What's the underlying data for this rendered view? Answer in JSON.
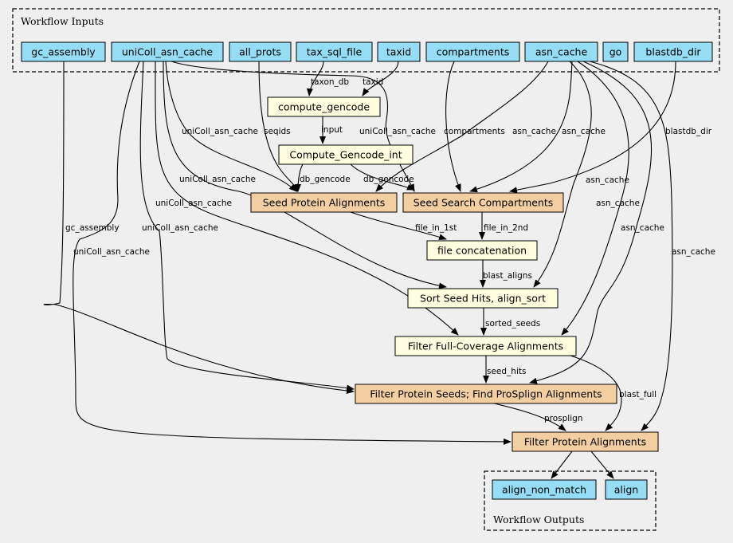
{
  "colors": {
    "background": "#efefef",
    "input_node": "#94ddf4",
    "output_node": "#94ddf4",
    "step_node": "#ffffe0",
    "subworkflow_node": "#f3cea1",
    "stroke": "#000000"
  },
  "clusters": {
    "inputs": {
      "label": "Workflow Inputs"
    },
    "outputs": {
      "label": "Workflow Outputs"
    }
  },
  "nodes": {
    "gc_assembly": {
      "label": "gc_assembly",
      "kind": "input"
    },
    "unicoll_asn_cache": {
      "label": "uniColl_asn_cache",
      "kind": "input"
    },
    "all_prots": {
      "label": "all_prots",
      "kind": "input"
    },
    "tax_sql_file": {
      "label": "tax_sql_file",
      "kind": "input"
    },
    "taxid": {
      "label": "taxid",
      "kind": "input"
    },
    "compartments": {
      "label": "compartments",
      "kind": "input"
    },
    "asn_cache": {
      "label": "asn_cache",
      "kind": "input"
    },
    "go": {
      "label": "go",
      "kind": "input"
    },
    "blastdb_dir": {
      "label": "blastdb_dir",
      "kind": "input"
    },
    "compute_gencode": {
      "label": "compute_gencode",
      "kind": "step"
    },
    "compute_gencode_int": {
      "label": "Compute_Gencode_int",
      "kind": "step"
    },
    "seed_protein_alignments": {
      "label": "Seed Protein Alignments",
      "kind": "subworkflow"
    },
    "seed_search_compartments": {
      "label": "Seed Search Compartments",
      "kind": "subworkflow"
    },
    "file_concatenation": {
      "label": "file concatenation",
      "kind": "step"
    },
    "sort_seed_hits": {
      "label": "Sort Seed Hits, align_sort",
      "kind": "step"
    },
    "filter_full_coverage": {
      "label": "Filter Full-Coverage Alignments",
      "kind": "step"
    },
    "filter_protein_seeds": {
      "label": "Filter Protein Seeds; Find ProSplign Alignments",
      "kind": "subworkflow"
    },
    "filter_protein_alignments": {
      "label": "Filter Protein Alignments",
      "kind": "subworkflow"
    },
    "align_non_match": {
      "label": "align_non_match",
      "kind": "output"
    },
    "align": {
      "label": "align",
      "kind": "output"
    }
  },
  "edges": [
    {
      "from": "tax_sql_file",
      "to": "compute_gencode",
      "label": "taxon_db"
    },
    {
      "from": "taxid",
      "to": "compute_gencode",
      "label": "taxid"
    },
    {
      "from": "compute_gencode",
      "to": "compute_gencode_int",
      "label": "input"
    },
    {
      "from": "unicoll_asn_cache",
      "to": "seed_protein_alignments",
      "label": "uniColl_asn_cache"
    },
    {
      "from": "all_prots",
      "to": "seed_protein_alignments",
      "label": "seqids"
    },
    {
      "from": "compute_gencode_int",
      "to": "seed_protein_alignments",
      "label": "db_gencode"
    },
    {
      "from": "asn_cache",
      "to": "seed_protein_alignments",
      "label": "asn_cache"
    },
    {
      "from": "unicoll_asn_cache",
      "to": "seed_search_compartments",
      "label": "uniColl_asn_cache"
    },
    {
      "from": "compute_gencode_int",
      "to": "seed_search_compartments",
      "label": "db_gencode"
    },
    {
      "from": "compartments",
      "to": "seed_search_compartments",
      "label": "compartments"
    },
    {
      "from": "asn_cache",
      "to": "seed_search_compartments",
      "label": "asn_cache"
    },
    {
      "from": "blastdb_dir",
      "to": "seed_search_compartments",
      "label": "blastdb_dir"
    },
    {
      "from": "seed_protein_alignments",
      "to": "file_concatenation",
      "label": "file_in_1st"
    },
    {
      "from": "seed_search_compartments",
      "to": "file_concatenation",
      "label": "file_in_2nd"
    },
    {
      "from": "unicoll_asn_cache",
      "to": "sort_seed_hits",
      "label": "uniColl_asn_cache"
    },
    {
      "from": "file_concatenation",
      "to": "sort_seed_hits",
      "label": "blast_aligns"
    },
    {
      "from": "asn_cache",
      "to": "sort_seed_hits",
      "label": "asn_cache"
    },
    {
      "from": "unicoll_asn_cache",
      "to": "filter_full_coverage",
      "label": "uniColl_asn_cache"
    },
    {
      "from": "sort_seed_hits",
      "to": "filter_full_coverage",
      "label": "sorted_seeds"
    },
    {
      "from": "asn_cache",
      "to": "filter_full_coverage",
      "label": "asn_cache"
    },
    {
      "from": "gc_assembly",
      "to": "filter_protein_seeds",
      "label": "gc_assembly"
    },
    {
      "from": "unicoll_asn_cache",
      "to": "filter_protein_seeds",
      "label": "uniColl_asn_cache"
    },
    {
      "from": "filter_full_coverage",
      "to": "filter_protein_seeds",
      "label": "seed_hits"
    },
    {
      "from": "asn_cache",
      "to": "filter_protein_seeds",
      "label": "asn_cache"
    },
    {
      "from": "unicoll_asn_cache",
      "to": "filter_protein_alignments",
      "label": "uniColl_asn_cache"
    },
    {
      "from": "filter_protein_seeds",
      "to": "filter_protein_alignments",
      "label": "prosplign"
    },
    {
      "from": "filter_full_coverage",
      "to": "filter_protein_alignments",
      "label": "blast_full"
    },
    {
      "from": "asn_cache",
      "to": "filter_protein_alignments",
      "label": "asn_cache"
    },
    {
      "from": "filter_protein_alignments",
      "to": "align_non_match",
      "label": ""
    },
    {
      "from": "filter_protein_alignments",
      "to": "align",
      "label": ""
    }
  ]
}
